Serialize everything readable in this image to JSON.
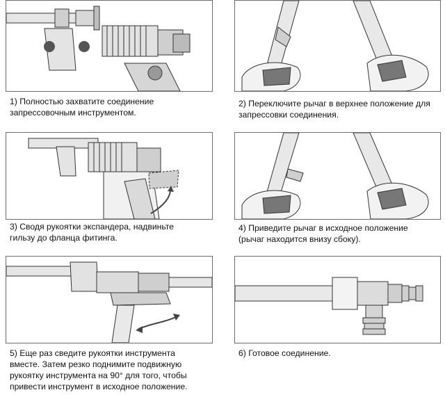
{
  "steps": [
    {
      "caption": "1) Полностью захватите соединение\nзапрессовочным инструментом."
    },
    {
      "caption": "2) Переключите рычаг в верхнее положение для\nзапрессовки соединения."
    },
    {
      "caption": "3)  Сводя рукоятки экспандера, надвиньте\nгильзу до фланца фитинга."
    },
    {
      "caption": "4) Приведите рычаг в исходное положение\n(рычаг находится внизу сбоку)."
    },
    {
      "caption": "5) Еще раз сведите рукоятки инструмента\nвместе. Затем резко поднимите подвижную\nрукоятку инструмента на 90° для того, чтобы\nпривести инструмент в исходное положение."
    },
    {
      "caption": "6) Готовое соединение."
    }
  ]
}
